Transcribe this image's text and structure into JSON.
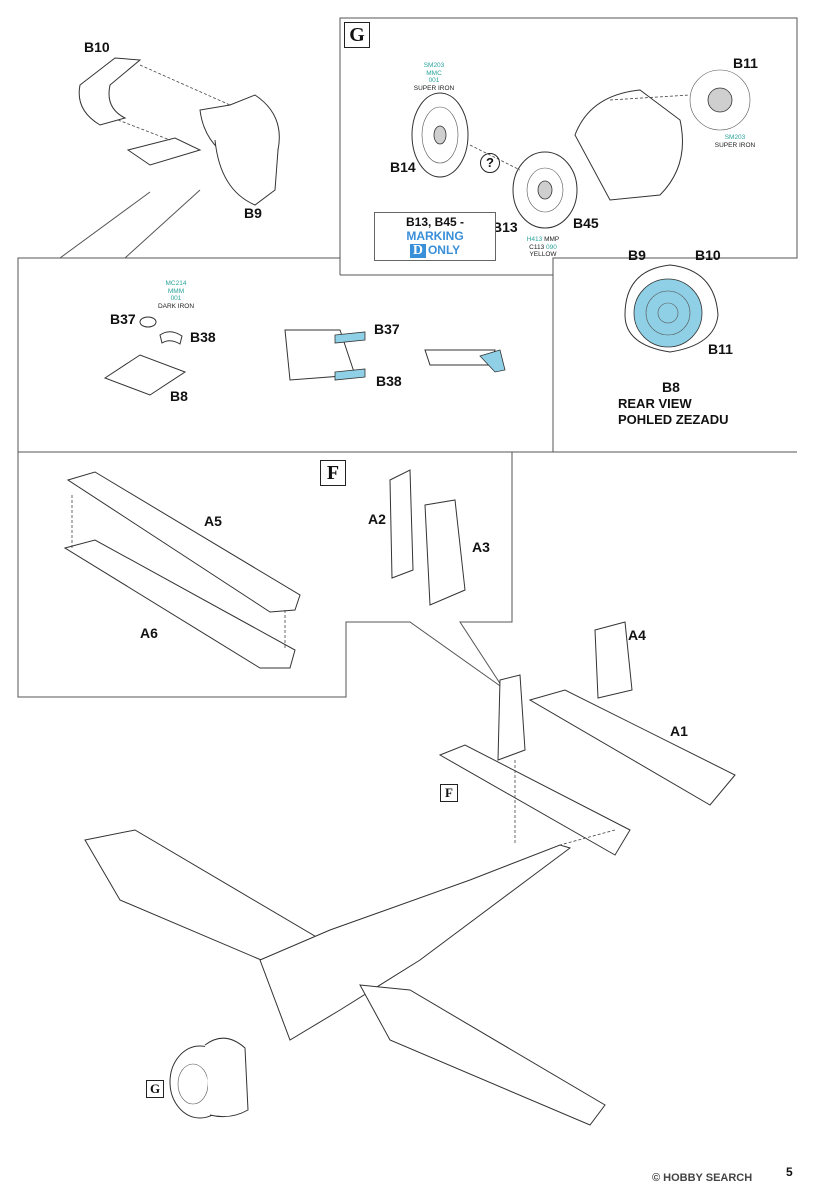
{
  "page_number": "5",
  "watermark": "© HOBBY SEARCH",
  "steps": {
    "g": "G",
    "f": "F"
  },
  "parts": {
    "b10": "B10",
    "b9": "B9",
    "b14": "B14",
    "b11": "B11",
    "b13": "B13",
    "b45": "B45",
    "b37": "B37",
    "b38": "B38",
    "b8": "B8",
    "a5": "A5",
    "a6": "A6",
    "a2": "A2",
    "a3": "A3",
    "a4": "A4",
    "a1": "A1"
  },
  "rear_view": {
    "b9": "B9",
    "b10": "B10",
    "b11": "B11",
    "b8": "B8",
    "line1": "REAR VIEW",
    "line2": "POHLED ZEZADU"
  },
  "question_mark": "?",
  "marking_note": {
    "parts": "B13, B45 - ",
    "word": "MARKING",
    "letter": "D",
    "only": "ONLY"
  },
  "paints": {
    "super_iron_1": {
      "code1": "SM203",
      "code2": "MMC",
      "code3": "001",
      "name": "SUPER IRON"
    },
    "super_iron_2": {
      "code1": "SM203",
      "name": "SUPER IRON"
    },
    "yellow": {
      "code1": "H413",
      "code1b": "MMP",
      "code2": "C113",
      "code2b": "090",
      "name": "YELLOW"
    },
    "dark_iron": {
      "code1": "MC214",
      "code2": "MMM",
      "code3": "001",
      "name": "DARK IRON"
    }
  },
  "icons": [
    "step-g-marker",
    "step-f-marker",
    "engine-icon",
    "propeller-icon"
  ]
}
